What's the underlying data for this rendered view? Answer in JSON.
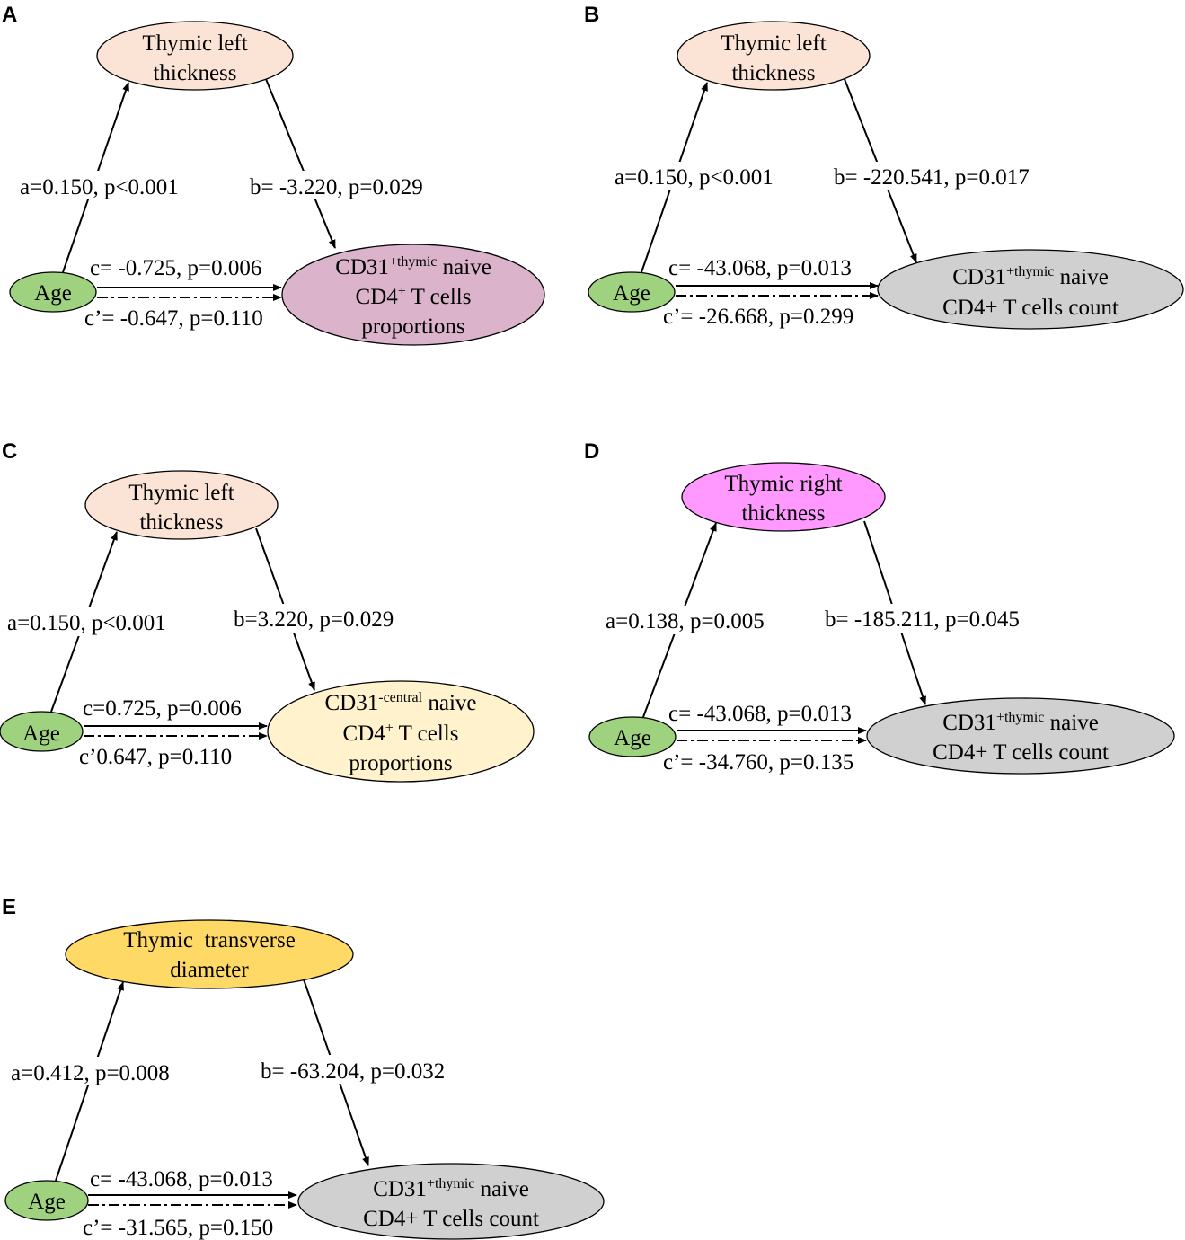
{
  "colors": {
    "age": "#9fd27f",
    "thymic_left": "#fbe4d5",
    "thymic_right": "#ff99ff",
    "thymic_transverse": "#ffd966",
    "cd31_thymic_prop": "#dbb4cb",
    "cd31_count": "#d0d0d0",
    "cd31_central_prop": "#fff2cc"
  },
  "panels": [
    {
      "label": "A",
      "mediator": {
        "line1": "Thymic left",
        "line2": "thickness"
      },
      "exposure": "Age",
      "outcome": {
        "prefix": "CD31",
        "sup": "+thymic",
        "suffix": " naive",
        "line2": "CD4",
        "line2_sup": "+",
        "line2_rest": " T cells",
        "line3": "proportions"
      },
      "a": "a=0.150, p<0.001",
      "b": "b= -3.220, p=0.029",
      "c": "c= -0.725, p=0.006",
      "c_prime": "c’= -0.647, p=0.110"
    },
    {
      "label": "B",
      "mediator": {
        "line1": "Thymic left",
        "line2": "thickness"
      },
      "exposure": "Age",
      "outcome": {
        "prefix": "CD31",
        "sup": "+thymic",
        "suffix": " naive",
        "line2": "CD4+ T cells count"
      },
      "a": "a=0.150, p<0.001",
      "b": "b= -220.541, p=0.017",
      "c": "c= -43.068, p=0.013",
      "c_prime": "c’= -26.668, p=0.299"
    },
    {
      "label": "C",
      "mediator": {
        "line1": "Thymic left",
        "line2": "thickness"
      },
      "exposure": "Age",
      "outcome": {
        "prefix": "CD31",
        "sup": "-central",
        "suffix": " naive",
        "line2": "CD4",
        "line2_sup": "+",
        "line2_rest": " T cells",
        "line3": "proportions"
      },
      "a": "a=0.150, p<0.001",
      "b": "b=3.220, p=0.029",
      "c": "c=0.725, p=0.006",
      "c_prime": "c’0.647, p=0.110"
    },
    {
      "label": "D",
      "mediator": {
        "line1": "Thymic right",
        "line2": "thickness"
      },
      "exposure": "Age",
      "outcome": {
        "prefix": "CD31",
        "sup": "+thymic",
        "suffix": " naive",
        "line2": "CD4+ T cells count"
      },
      "a": "a=0.138, p=0.005",
      "b": "b= -185.211, p=0.045",
      "c": "c= -43.068, p=0.013",
      "c_prime": "c’= -34.760, p=0.135"
    },
    {
      "label": "E",
      "mediator": {
        "line1": "Thymic  transverse",
        "line2": "diameter"
      },
      "exposure": "Age",
      "outcome": {
        "prefix": "CD31",
        "sup": "+thymic",
        "suffix": " naive",
        "line2": "CD4+ T cells count"
      },
      "a": "a=0.412, p=0.008",
      "b": "b= -63.204, p=0.032",
      "c": "c= -43.068, p=0.013",
      "c_prime": "c’= -31.565, p=0.150"
    }
  ]
}
